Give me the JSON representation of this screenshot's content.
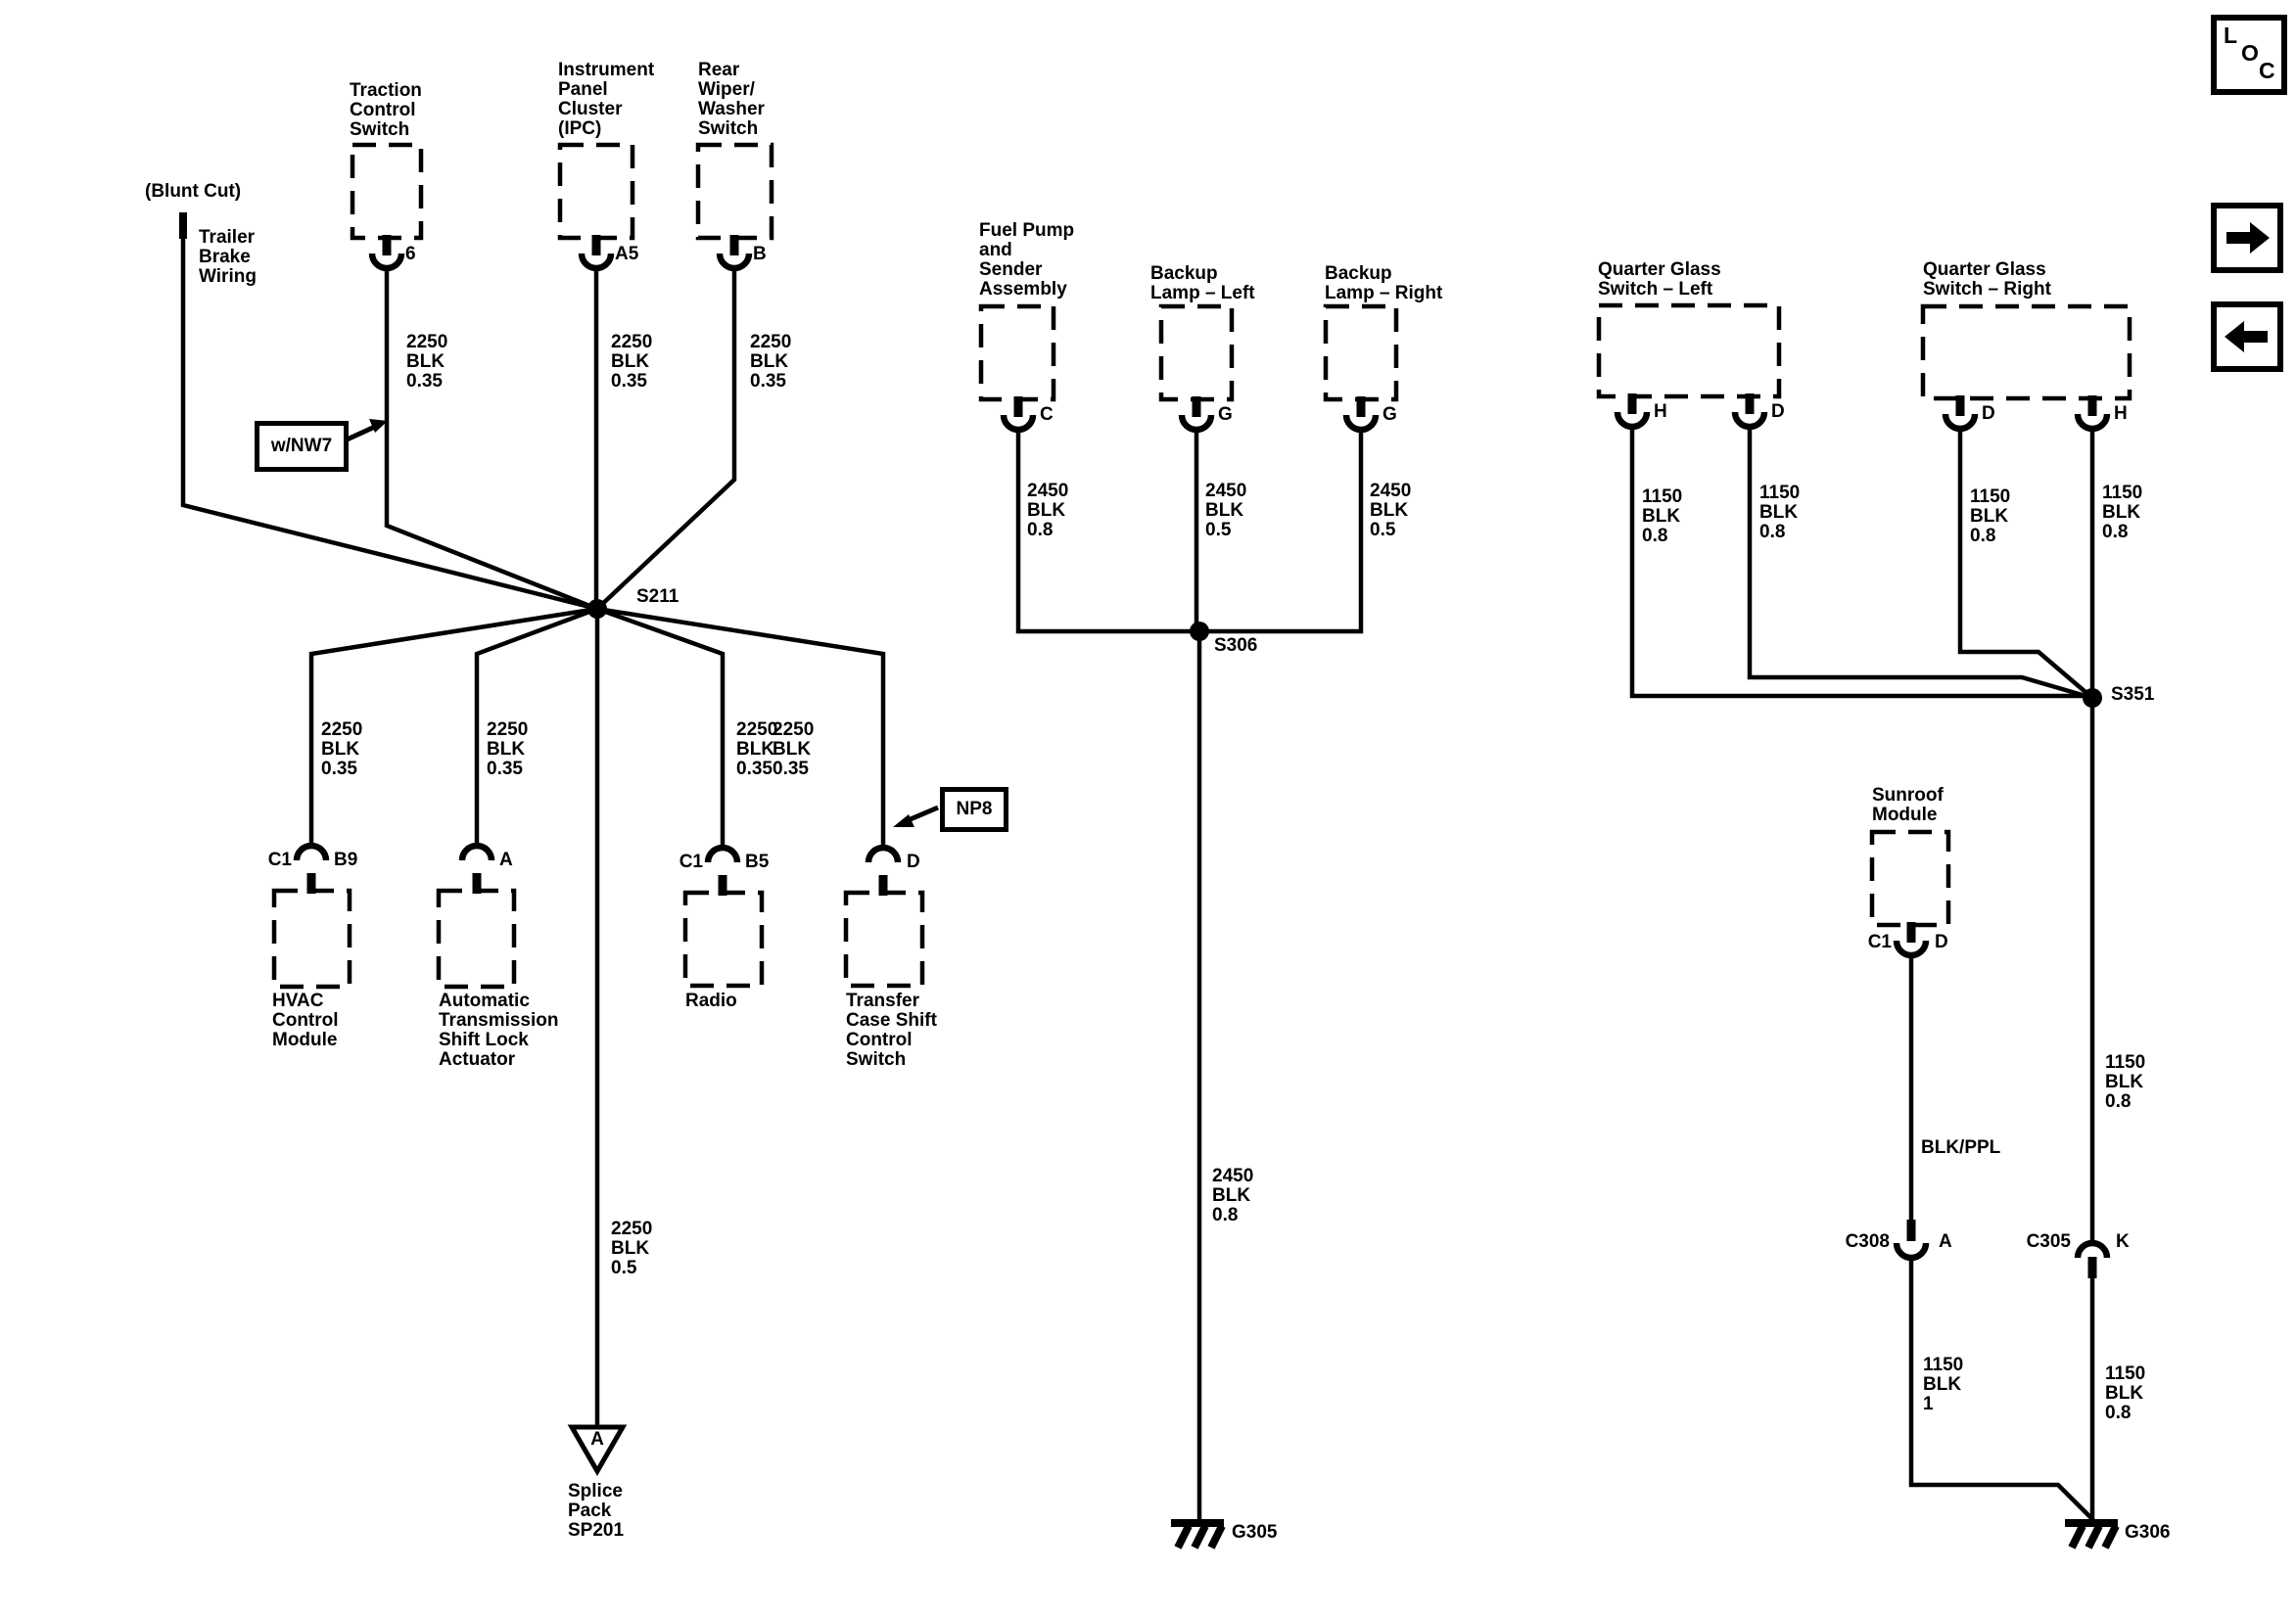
{
  "nav": {
    "loc": {
      "l": "L",
      "o": "O",
      "c": "C"
    }
  },
  "notes": {
    "blunt_cut": "(Blunt Cut)",
    "trailer": "Trailer\nBrake\nWiring",
    "nw7": "w/NW7",
    "np8": "NP8"
  },
  "components": {
    "traction": {
      "name": "Traction\nControl\nSwitch",
      "pin": "6"
    },
    "ipc": {
      "name": "Instrument\nPanel\nCluster\n(IPC)",
      "pin": "A5"
    },
    "wiper": {
      "name": "Rear\nWiper/\nWasher\nSwitch",
      "pin": "B"
    },
    "hvac": {
      "name": "HVAC\nControl\nModule",
      "conn": "C1",
      "pin": "B9"
    },
    "autotrans": {
      "name": "Automatic\nTransmission\nShift Lock\nActuator",
      "pin": "A"
    },
    "radio": {
      "name": "Radio",
      "conn": "C1",
      "pin": "B5"
    },
    "transfer": {
      "name": "Transfer\nCase Shift\nControl\nSwitch",
      "pin": "D"
    },
    "fuel": {
      "name": "Fuel Pump\nand\nSender\nAssembly",
      "pin": "C"
    },
    "backup_left": {
      "name": "Backup\nLamp – Left",
      "pin": "G"
    },
    "backup_right": {
      "name": "Backup\nLamp – Right",
      "pin": "G"
    },
    "qgs_left": {
      "name": "Quarter Glass\nSwitch – Left",
      "pin_a": "H",
      "pin_b": "D"
    },
    "qgs_right": {
      "name": "Quarter Glass\nSwitch – Right",
      "pin_a": "D",
      "pin_b": "H"
    },
    "sunroof": {
      "name": "Sunroof\nModule",
      "conn": "C1",
      "pin": "D"
    }
  },
  "wires": {
    "blk2250_035": "2250\nBLK\n0.35",
    "blk2250_05": "2250\nBLK\n0.5",
    "blk2450_08": "2450\nBLK\n0.8",
    "blk2450_05": "2450\nBLK\n0.5",
    "blk1150_08": "1150\nBLK\n0.8",
    "blk1150_1": "1150\nBLK\n1",
    "blkppl": "BLK/PPL"
  },
  "splices": {
    "s211": "S211",
    "s306": "S306",
    "s351": "S351"
  },
  "grounds": {
    "g305": "G305",
    "g306": "G306"
  },
  "inline_connectors": {
    "c308": {
      "name": "C308",
      "pin": "A"
    },
    "c305": {
      "name": "C305",
      "pin": "K"
    }
  },
  "splice_pack": {
    "pin": "A",
    "label": "Splice\nPack\nSP201"
  }
}
